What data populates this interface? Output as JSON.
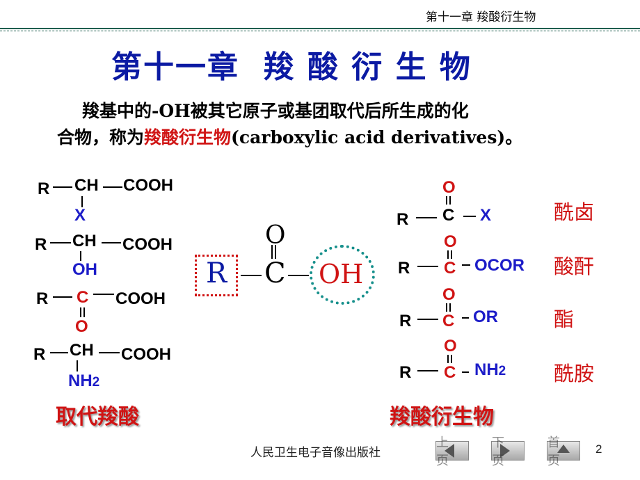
{
  "header": {
    "chapter_tag": "第十一章 羧酸衍生物"
  },
  "slide": {
    "title": "第十一章  羧 酸 衍 生 物",
    "intro_line1": "羧基中的-OH被其它原子或基团取代后所生成的化",
    "intro_line2_a": "合物，称为",
    "intro_line2_red": "羧酸衍生物",
    "intro_line2_b": "(carboxylic acid derivatives)。"
  },
  "left": {
    "caption": "取代羧酸",
    "rows": [
      {
        "r": "R",
        "c": "CH",
        "g": "COOH",
        "sub": "X"
      },
      {
        "r": "R",
        "c": "CH",
        "g": "COOH",
        "sub": "OH"
      },
      {
        "r": "R",
        "c": "C",
        "g": "COOH",
        "sub": "O"
      },
      {
        "r": "R",
        "c": "CH",
        "g": "COOH",
        "sub": "NH",
        "sub2": "2"
      }
    ]
  },
  "center": {
    "r": "R",
    "c": "C",
    "o": "O",
    "oh": "OH"
  },
  "right": {
    "caption": "羧酸衍生物",
    "rows": [
      {
        "r": "R",
        "c": "C",
        "o": "O",
        "g": "X",
        "name": "酰卤"
      },
      {
        "r": "R",
        "c": "C",
        "o": "O",
        "g": "OCOR",
        "name": "酸酐"
      },
      {
        "r": "R",
        "c": "C",
        "o": "O",
        "g": "OR",
        "name": "酯"
      },
      {
        "r": "R",
        "c": "C",
        "o": "O",
        "g": "NH",
        "g2": "2",
        "name": "酰胺"
      }
    ]
  },
  "footer": {
    "publisher": "人民卫生电子音像出版社",
    "prev": "上页",
    "next": "下页",
    "home": "首页",
    "page": "2"
  },
  "colors": {
    "title": "#0b1aa3",
    "accent_red": "#d01414",
    "group_blue": "#1c1cc8",
    "header_rule": "#1f5f4f"
  }
}
